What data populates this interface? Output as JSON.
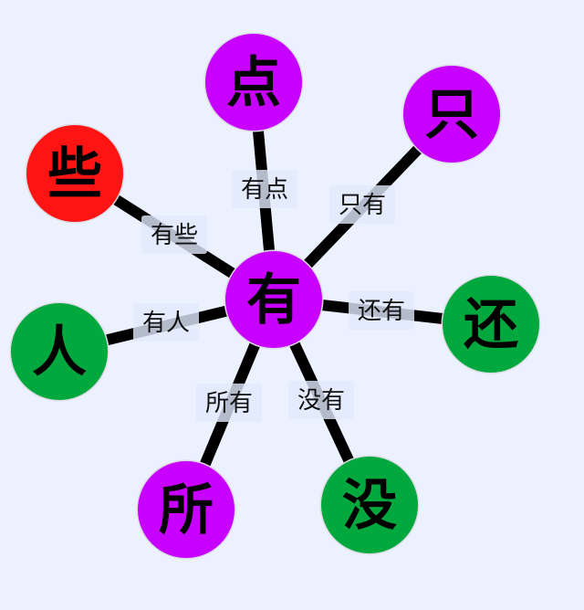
{
  "colors": {
    "background": "#ebf1ff",
    "purple": "#c800ff",
    "red": "#ff1414",
    "green": "#00a83e",
    "edge": "#000000",
    "label_bg": "#e1eafc"
  },
  "center": {
    "id": "you",
    "text": "有",
    "color": "purple"
  },
  "nodes": [
    {
      "id": "dian",
      "text": "点",
      "color": "purple",
      "edge_label": "有点"
    },
    {
      "id": "zhi",
      "text": "只",
      "color": "purple",
      "edge_label": "只有"
    },
    {
      "id": "xie",
      "text": "些",
      "color": "red",
      "edge_label": "有些"
    },
    {
      "id": "ren",
      "text": "人",
      "color": "green",
      "edge_label": "有人"
    },
    {
      "id": "hai",
      "text": "还",
      "color": "green",
      "edge_label": "还有"
    },
    {
      "id": "suo",
      "text": "所",
      "color": "purple",
      "edge_label": "所有"
    },
    {
      "id": "mei",
      "text": "没",
      "color": "green",
      "edge_label": "没有"
    }
  ]
}
